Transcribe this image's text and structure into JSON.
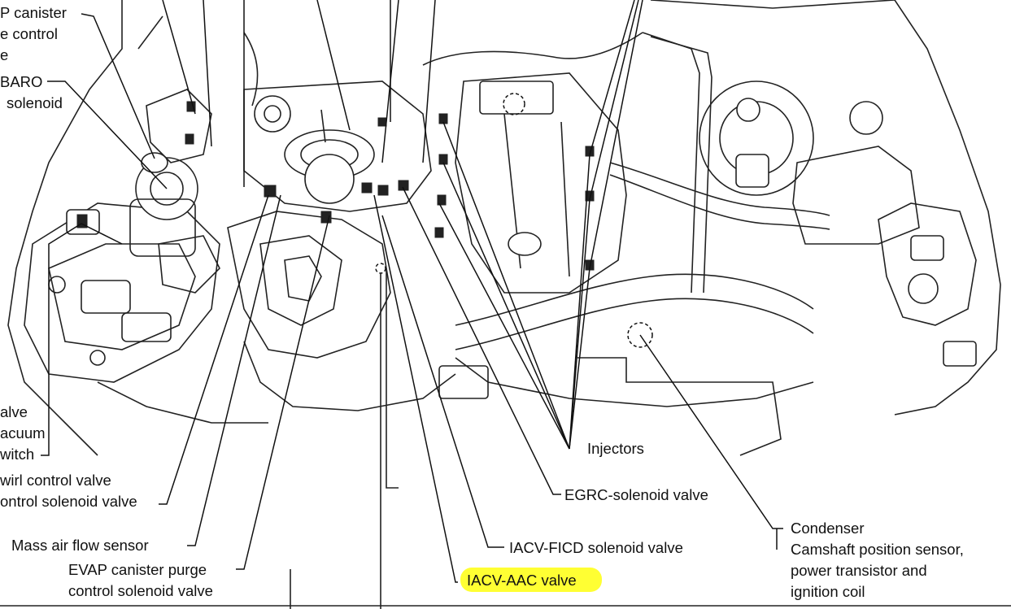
{
  "labels": {
    "evap_canister_vacuum": [
      "P canister",
      "e control",
      "e"
    ],
    "baro_solenoid": [
      "BARO",
      "solenoid"
    ],
    "swirl_vacuum_switch": [
      "alve",
      "acuum",
      "witch"
    ],
    "swirl_control_valve": [
      "wirl control valve",
      "ontrol solenoid valve"
    ],
    "mass_air_flow_sensor": "Mass air flow sensor",
    "evap_purge_solenoid": [
      "EVAP canister purge",
      "control solenoid valve"
    ],
    "iacv_aac_valve": "IACV-AAC valve",
    "iacv_ficd_solenoid": "IACV-FICD solenoid valve",
    "egrc_solenoid": "EGRC-solenoid valve",
    "injectors": "Injectors",
    "condenser": "Condenser",
    "camshaft_sensor": [
      "Camshaft position sensor,",
      "power transistor and",
      "ignition coil"
    ]
  },
  "colors": {
    "highlight": "#ffff33",
    "ink": "#111111"
  }
}
